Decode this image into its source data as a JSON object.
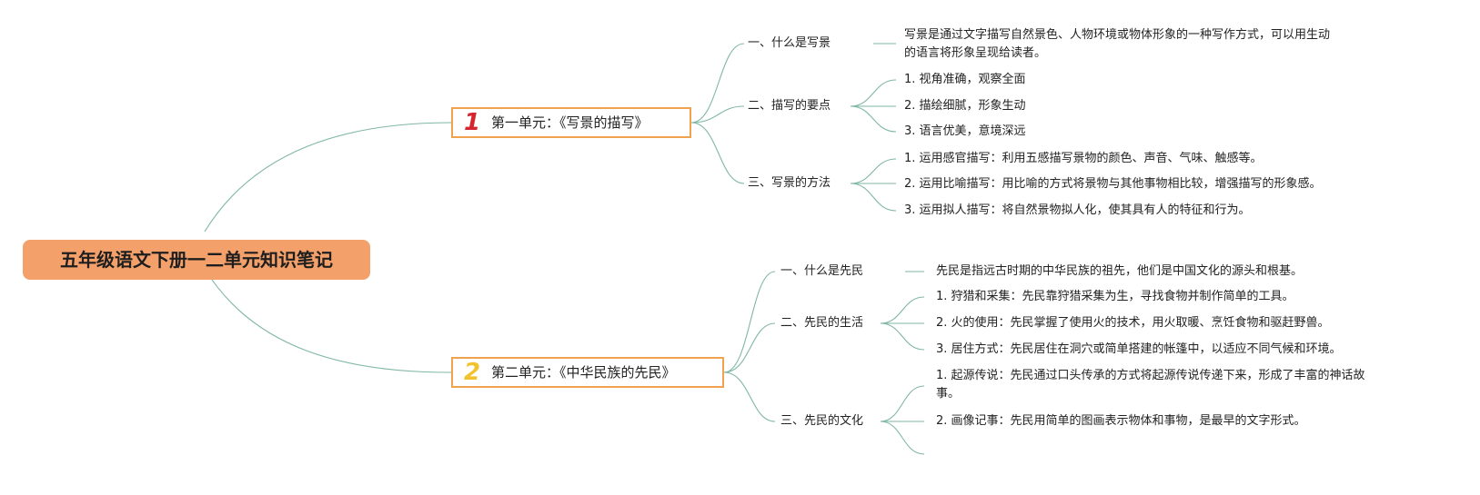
{
  "root": {
    "title": "五年级语文下册一二单元知识笔记"
  },
  "unit1": {
    "badge": "1",
    "badge_color": "#d6252f",
    "title": "第一单元：《写景的描写》",
    "sections": [
      {
        "label": "一、什么是写景",
        "content": "写景是通过文字描写自然景色、人物环境或物体形象的一种写作方式，可以用生动的语言将形象呈现给读者。"
      },
      {
        "label": "二、描写的要点",
        "items": [
          "1. 视角准确，观察全面",
          "2. 描绘细腻，形象生动",
          "3. 语言优美，意境深远"
        ]
      },
      {
        "label": "三、写景的方法",
        "items": [
          "1. 运用感官描写：利用五感描写景物的颜色、声音、气味、触感等。",
          "2. 运用比喻描写：用比喻的方式将景物与其他事物相比较，增强描写的形象感。",
          "3. 运用拟人描写：将自然景物拟人化，使其具有人的特征和行为。"
        ]
      }
    ]
  },
  "unit2": {
    "badge": "2",
    "badge_color": "#f2c12e",
    "title": "第二单元：《中华民族的先民》",
    "sections": [
      {
        "label": "一、什么是先民",
        "content": "先民是指远古时期的中华民族的祖先，他们是中国文化的源头和根基。"
      },
      {
        "label": "二、先民的生活",
        "items": [
          "1. 狩猎和采集：先民靠狩猎采集为生，寻找食物并制作简单的工具。",
          "2. 火的使用：先民掌握了使用火的技术，用火取暖、烹饪食物和驱赶野兽。",
          "3. 居住方式：先民居住在洞穴或简单搭建的帐篷中，以适应不同气候和环境。"
        ]
      },
      {
        "label": "三、先民的文化",
        "items": [
          "1. 起源传说：先民通过口头传承的方式将起源传说传递下来，形成了丰富的神话故事。",
          "2. 画像记事：先民用简单的图画表示物体和事物，是最早的文字形式。"
        ]
      }
    ]
  },
  "colors": {
    "link": "#7fb7a2",
    "root_fill": "#f4a06a",
    "unit_border": "#f0a24e"
  }
}
